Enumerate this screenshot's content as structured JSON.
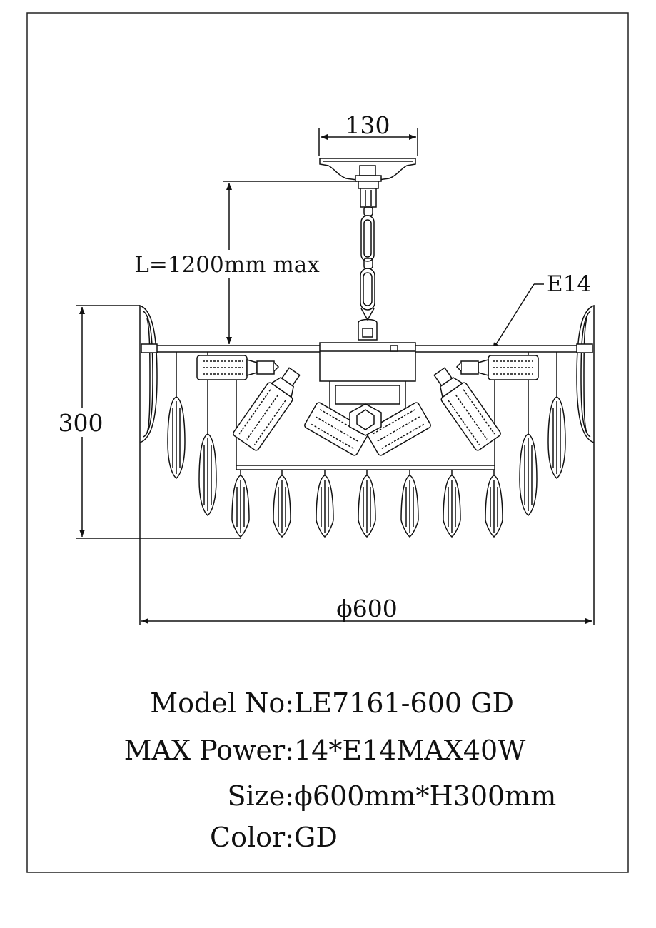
{
  "dimensions": {
    "canopy_width": "130",
    "cable_length": "L=1200mm max",
    "socket_type": "E14",
    "height": "300",
    "diameter": "ϕ600"
  },
  "specs": {
    "model": {
      "label": "Model No:",
      "value": "LE7161-600 GD"
    },
    "power": {
      "label": "MAX Power:",
      "value": "14*E14MAX40W"
    },
    "size": {
      "label": "Size:",
      "value": "ϕ600mm*H300mm"
    },
    "color": {
      "label": "Color:",
      "value": "GD"
    }
  }
}
